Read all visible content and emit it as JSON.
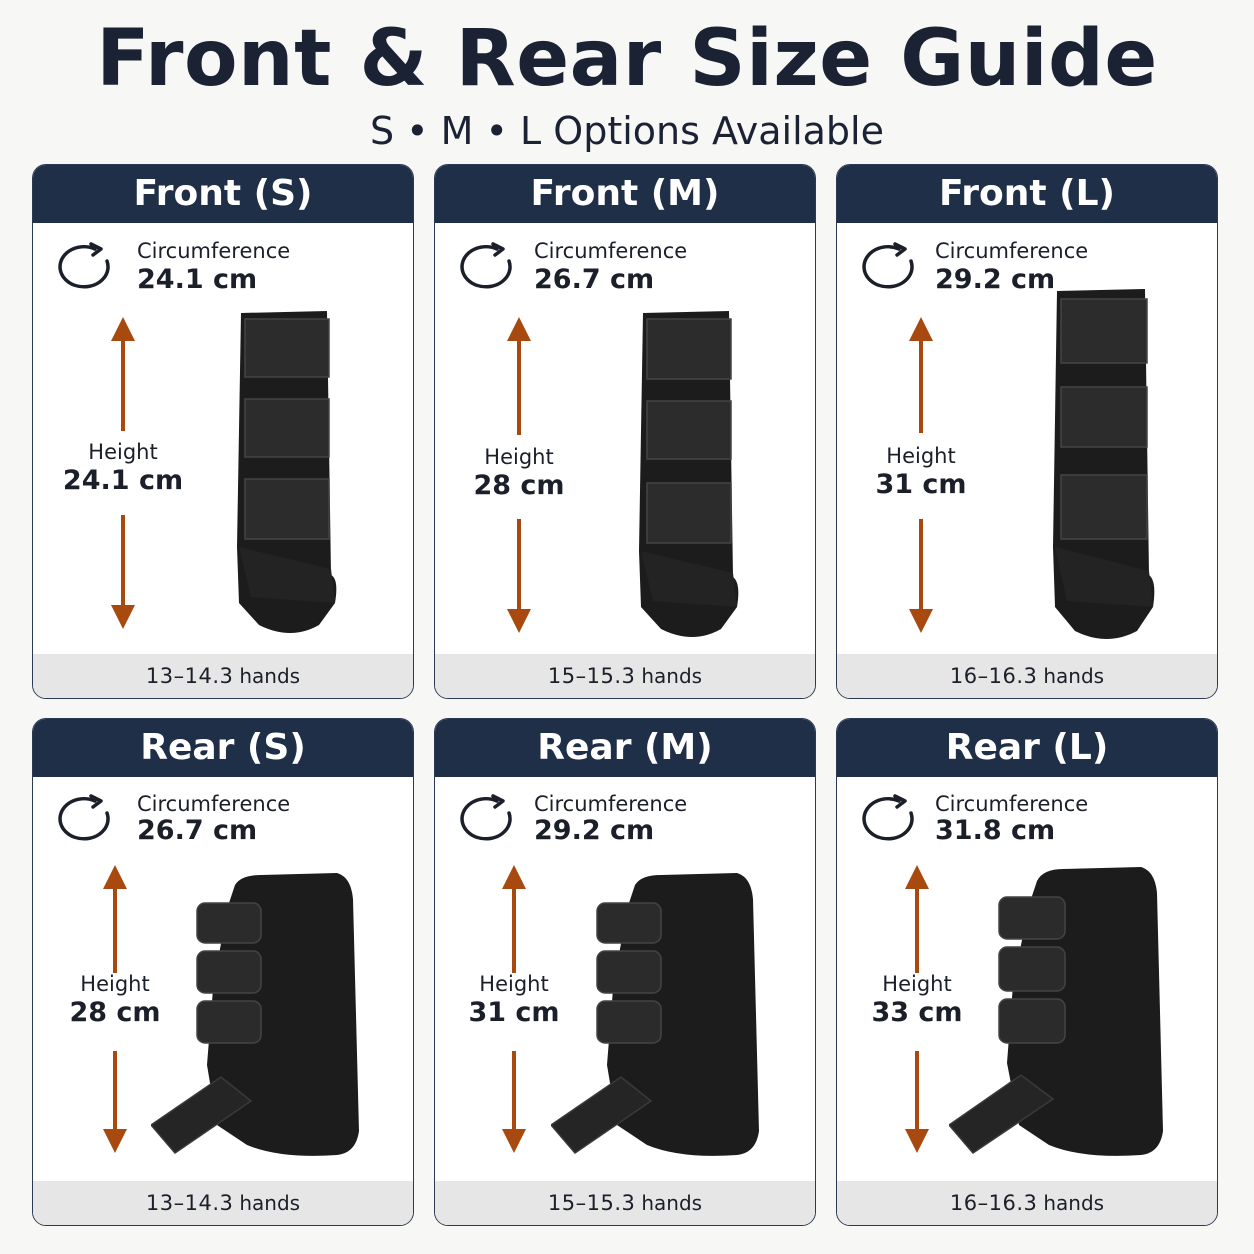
{
  "header": {
    "title": "Front & Rear Size Guide",
    "subtitle": "S • M • L Options Available"
  },
  "labels": {
    "circumference": "Circumference",
    "height": "Height",
    "hands_unit": "hands"
  },
  "colors": {
    "header_bg": "#1f2f47",
    "arrow": "#a8490f",
    "footer_bg": "#e6e6e6",
    "boot": "#1c1c1c"
  },
  "icons": {
    "circumference": "circular-arrow-icon",
    "height": "double-arrow-vertical-icon"
  },
  "cards": [
    {
      "title": "Front (S)",
      "circumference": "24.1 cm",
      "height": "24.1 cm",
      "hands": "13–14.3",
      "type": "front"
    },
    {
      "title": "Front (M)",
      "circumference": "26.7 cm",
      "height": "28 cm",
      "hands": "15–15.3",
      "type": "front"
    },
    {
      "title": "Front (L)",
      "circumference": "29.2 cm",
      "height": "31 cm",
      "hands": "16–16.3",
      "type": "front"
    },
    {
      "title": "Rear (S)",
      "circumference": "26.7 cm",
      "height": "28 cm",
      "hands": "13–14.3",
      "type": "rear"
    },
    {
      "title": "Rear (M)",
      "circumference": "29.2 cm",
      "height": "31 cm",
      "hands": "15–15.3",
      "type": "rear"
    },
    {
      "title": "Rear (L)",
      "circumference": "31.8 cm",
      "height": "33 cm",
      "hands": "16–16.3",
      "type": "rear"
    }
  ]
}
